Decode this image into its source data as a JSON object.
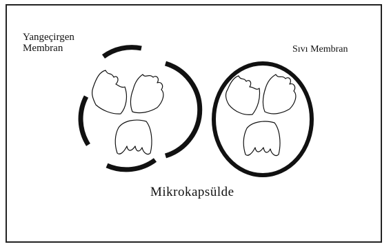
{
  "labels": {
    "semipermeable_line1": "Yangeçirgen",
    "semipermeable_line2": "Membran",
    "liquid_membrane": "Sıvı Membran",
    "caption": "Mikrokapsülde"
  }
}
